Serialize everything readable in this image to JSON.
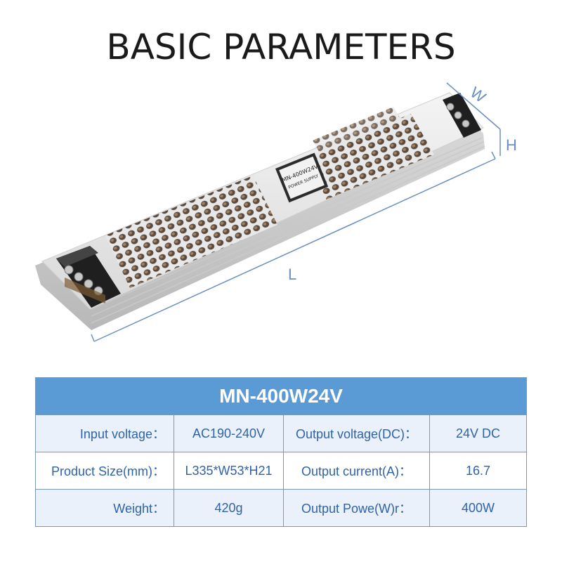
{
  "header": {
    "title": "BASIC PARAMETERS"
  },
  "dimensions": {
    "width_label": "W",
    "height_label": "H",
    "length_label": "L"
  },
  "product_label": {
    "line1": "MN-400W24V",
    "line2": "POWER SUPPLY"
  },
  "colors": {
    "table_header": "#5b9bd5",
    "table_row_alt": "#eaf1fa",
    "text_blue": "#2f63a8",
    "dimension_line": "#6a8fc0"
  },
  "spec_table": {
    "model": "MN-400W24V",
    "rows": [
      {
        "label_left": "Input voltage：",
        "value_left": "AC190-240V",
        "label_right": "Output voltage(DC)：",
        "value_right": "24V DC"
      },
      {
        "label_left": "Product Size(mm)：",
        "value_left": "L335*W53*H21",
        "label_right": "Output current(A)：",
        "value_right": "16.7"
      },
      {
        "label_left": "Weight：",
        "value_left": "420g",
        "label_right": "Output Powe(W)r：",
        "value_right": "400W"
      }
    ]
  }
}
